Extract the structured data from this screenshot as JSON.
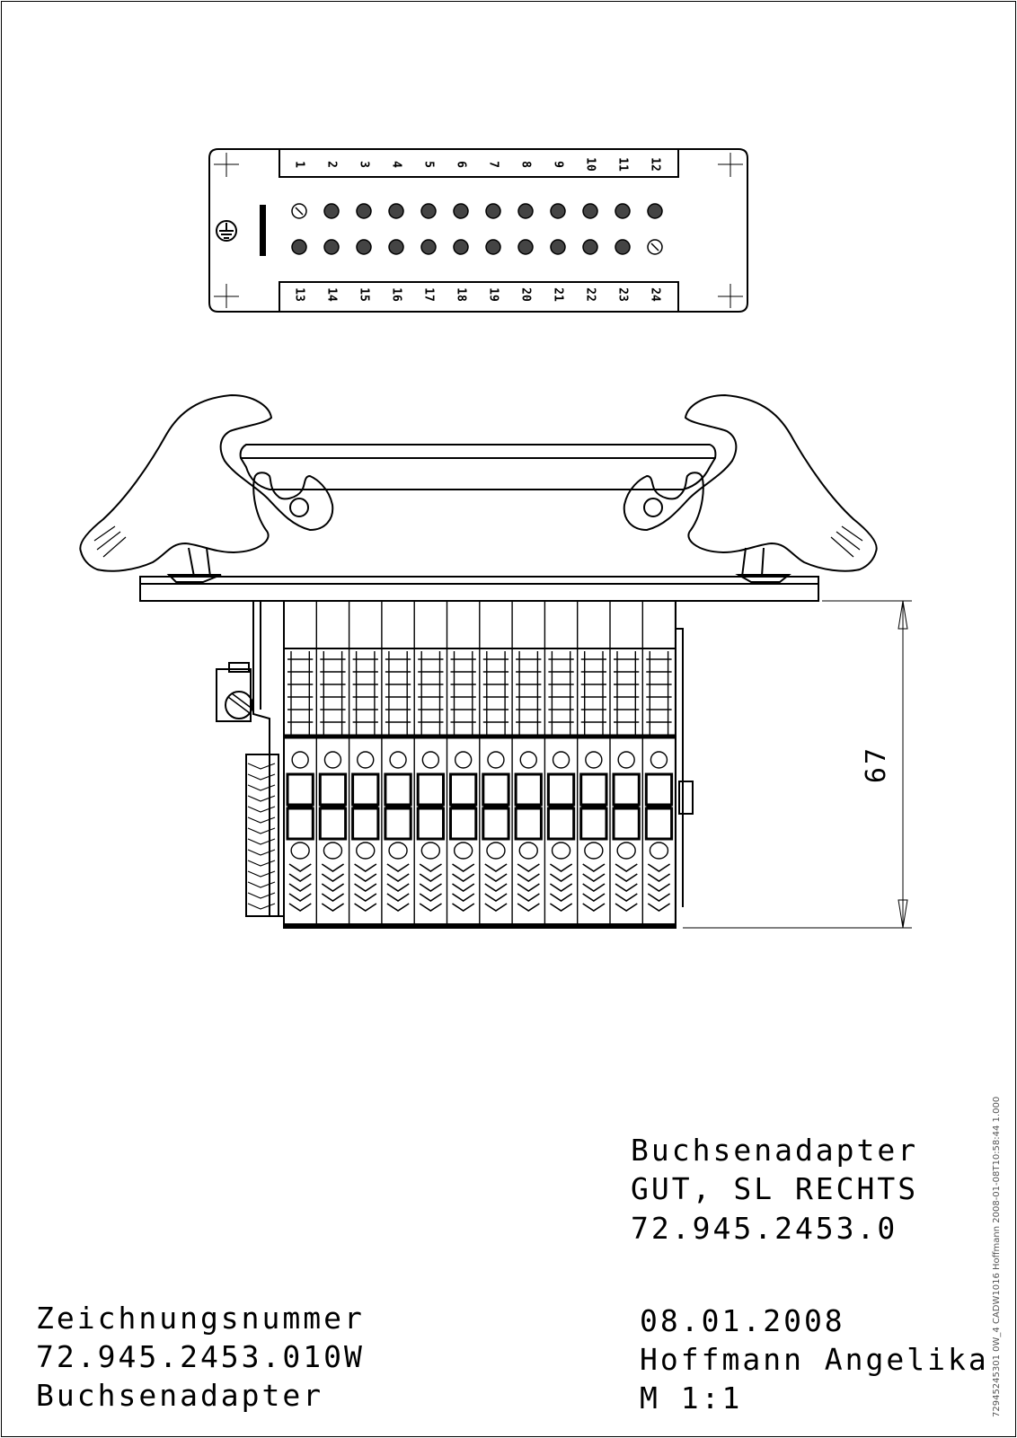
{
  "connector_face": {
    "top_pins": [
      "1",
      "2",
      "3",
      "4",
      "5",
      "6",
      "7",
      "8",
      "9",
      "10",
      "11",
      "12"
    ],
    "bottom_pins": [
      "13",
      "14",
      "15",
      "16",
      "17",
      "18",
      "19",
      "20",
      "21",
      "22",
      "23",
      "24"
    ]
  },
  "dimension": {
    "value": "67"
  },
  "title_block": {
    "name": "Buchsenadapter",
    "variant": "GUT, SL RECHTS",
    "part_number": "72.945.2453.0",
    "drawing_label": "Zeichnungsnummer",
    "drawing_number": "72.945.2453.010W",
    "drawing_name": "Buchsenadapter",
    "date": "08.01.2008",
    "author": "Hoffmann Angelika",
    "scale": "M 1:1"
  },
  "side_stamp": "72945245301 0W_4 CADW1016 Hoffmann 2008-01-08T10:58:44  1.000"
}
